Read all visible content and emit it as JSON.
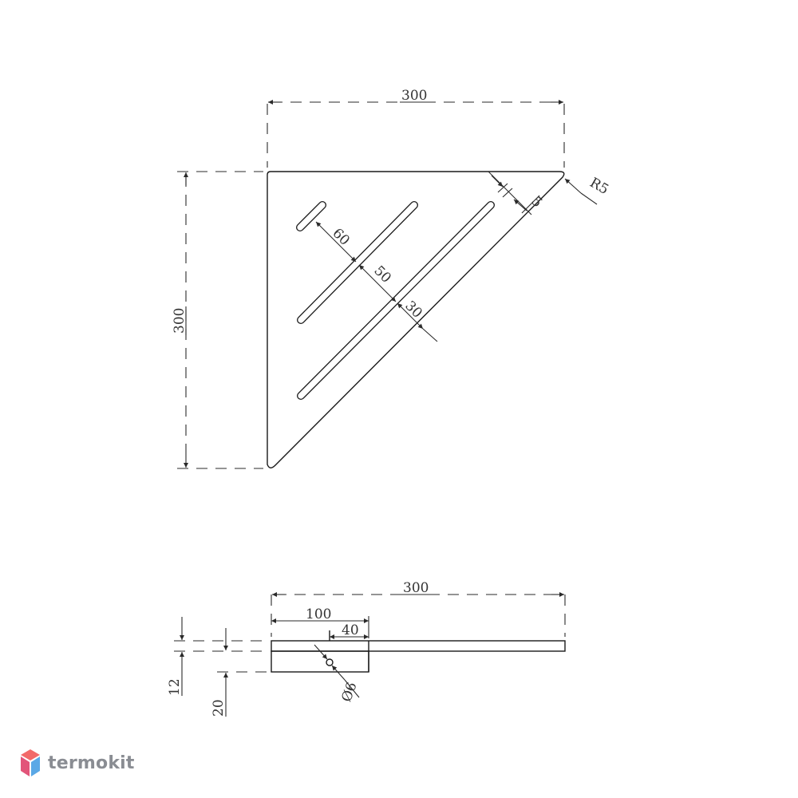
{
  "top_view": {
    "width_label": "300",
    "height_label": "300",
    "radius_label": "R5",
    "edge_label": "5",
    "spacing": [
      "60",
      "50",
      "30"
    ]
  },
  "side_view": {
    "total_label": "300",
    "bracket_label": "100",
    "inner_label": "40",
    "thickness_label": "12",
    "bracket_height_label": "20",
    "hole_label": "Ø6"
  },
  "brand": {
    "name": "termokit",
    "colors": {
      "top": "#f26a6a",
      "left": "#e2557a",
      "right": "#5aa8e6"
    }
  }
}
